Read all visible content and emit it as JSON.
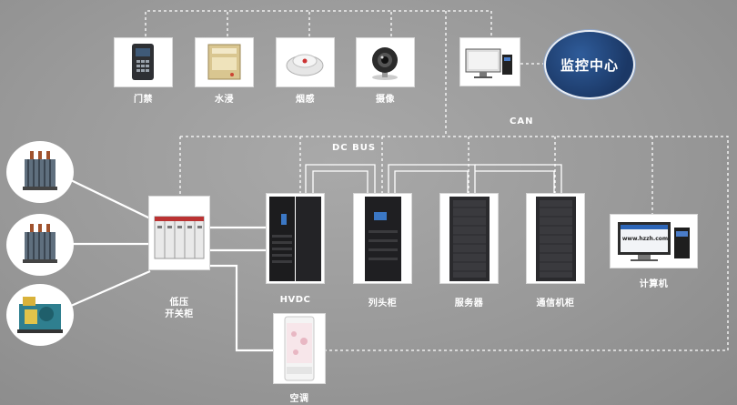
{
  "sensors": [
    {
      "label": "门禁",
      "icon": "access-control-panel-icon"
    },
    {
      "label": "水浸",
      "icon": "water-leak-sensor-icon"
    },
    {
      "label": "烟感",
      "icon": "smoke-detector-icon"
    },
    {
      "label": "摄像",
      "icon": "camera-icon"
    }
  ],
  "monitor_center": "监控中心",
  "can_label": "CAN",
  "dc_bus_label": "DC BUS",
  "switchgear_label": "低压\n开关柜",
  "hvdc_label": "HVDC",
  "column_cabinet_label": "列头柜",
  "server_label": "服务器",
  "comm_cabinet_label": "通信机柜",
  "computer_label": "计算机",
  "computer_screen_text": "www.hzzh.com",
  "ac_label": "空调",
  "sources": [
    {
      "icon": "transformer-icon"
    },
    {
      "icon": "transformer-icon"
    },
    {
      "icon": "generator-icon"
    }
  ],
  "colors": {
    "hub": "#1b3866",
    "background": "#999999",
    "line": "#ffffff"
  }
}
